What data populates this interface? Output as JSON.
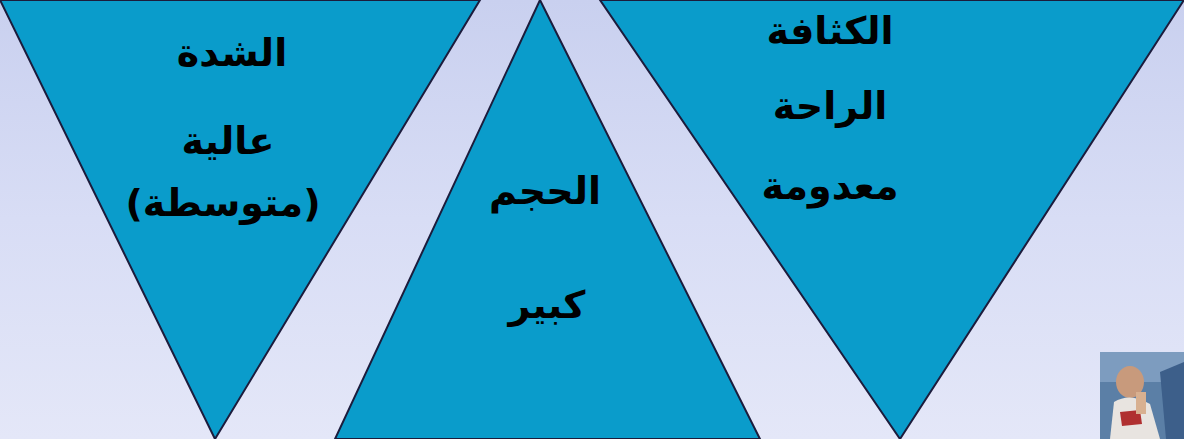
{
  "diagram": {
    "nodes": [
      {
        "text": [
          "الكثافة",
          "الراحة معدومة"
        ]
      },
      {
        "text": [
          "الحجم",
          "كبير"
        ]
      },
      {
        "text": [
          "الشدة",
          "عالية (متوسطة)"
        ]
      }
    ]
  }
}
